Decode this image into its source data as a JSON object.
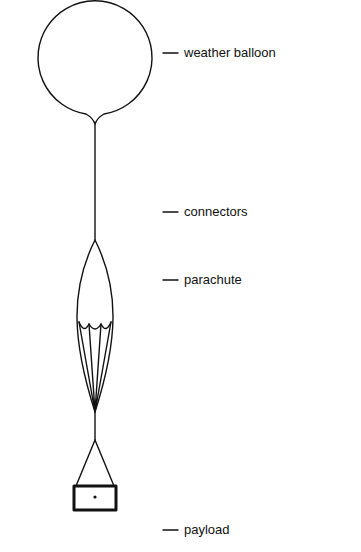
{
  "diagram": {
    "labels": [
      "weather balloon",
      "connectors",
      "parachute",
      "payload"
    ]
  }
}
